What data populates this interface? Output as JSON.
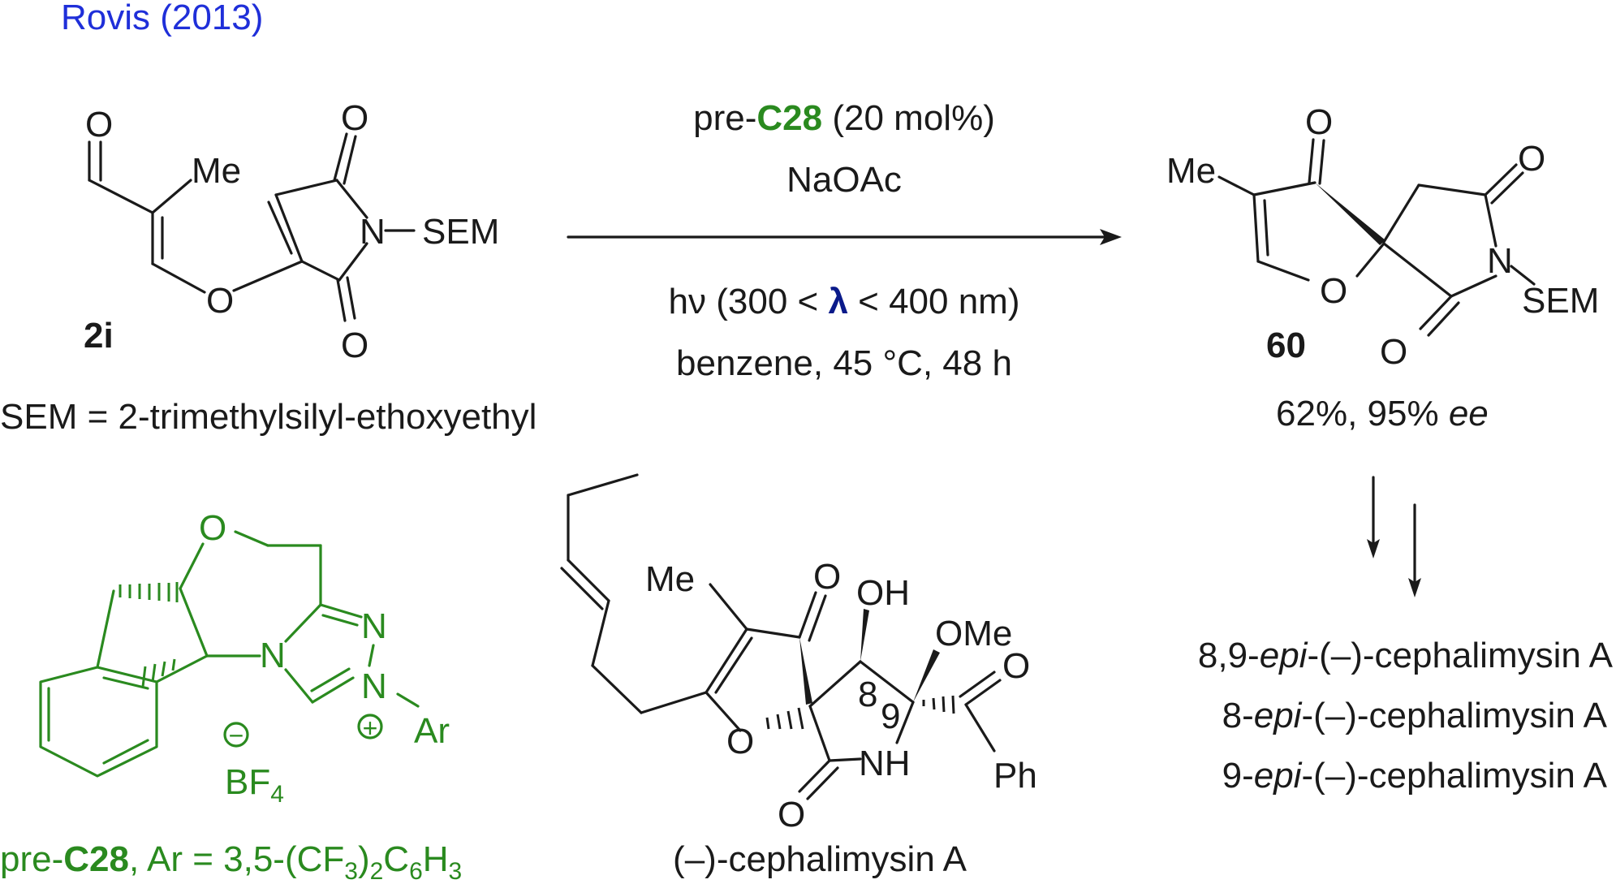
{
  "header": {
    "citation": "Rovis (2013)"
  },
  "colors": {
    "citation": "#1f2fd9",
    "catalyst": "#2a8a1f",
    "ink": "#1a1a1a"
  },
  "reaction": {
    "reagent_prefix": "pre-",
    "reagent_catalyst": "C28",
    "reagent_loading": " (20 mol%)",
    "additive": "NaOAc",
    "light_prefix": "h",
    "light_nu": "ν",
    "light_open": " (300 < ",
    "light_lambda": "λ",
    "light_close": " < 400 nm)",
    "conditions": "benzene, 45 °C, 48 h"
  },
  "substrate": {
    "label": "2i",
    "atoms": {
      "o_ald": "O",
      "me": "Me",
      "o_ether": "O",
      "o_top": "O",
      "o_bot": "O",
      "n": "N",
      "sem": "SEM"
    },
    "sem_definition": "SEM = 2-trimethylsilyl-ethoxyethyl"
  },
  "product": {
    "label": "60",
    "yield_text": "62%, 95% ",
    "ee": "ee",
    "atoms": {
      "me": "Me",
      "o_ketone": "O",
      "o_ring": "O",
      "o_imide_top": "O",
      "o_imide_bot": "O",
      "n": "N",
      "sem": "SEM"
    }
  },
  "targets": {
    "line1_a": "8,9-",
    "line1_epi": "epi",
    "line1_b": "-(–)-cephalimysin A",
    "line2_a": "8-",
    "line2_epi": "epi",
    "line2_b": "-(–)-cephalimysin A",
    "line3_a": "9-",
    "line3_epi": "epi",
    "line3_b": "-(–)-cephalimysin A"
  },
  "catalyst": {
    "atoms": {
      "o": "O",
      "n_ring": "N",
      "n_a": "N",
      "n_b": "N",
      "ar": "Ar",
      "plus": "+",
      "minus": "−",
      "bf": "BF",
      "bf_sub": "4"
    },
    "caption_prefix": "pre-",
    "caption_bold": "C28",
    "caption_rest": ", Ar = 3,5-(CF",
    "sub3": "3",
    "caption_rest2": ")",
    "sub2": "2",
    "caption_c6": "C",
    "sub6": "6",
    "caption_h": "H",
    "subh3": "3"
  },
  "natural_product": {
    "name": "(–)-cephalimysin A",
    "atoms": {
      "me": "Me",
      "o_ketone": "O",
      "oh": "OH",
      "ome": "OMe",
      "o_benzoyl": "O",
      "ph": "Ph",
      "o_ring": "O",
      "nh": "NH",
      "o_lactam": "O",
      "c8": "8",
      "c9": "9"
    }
  }
}
